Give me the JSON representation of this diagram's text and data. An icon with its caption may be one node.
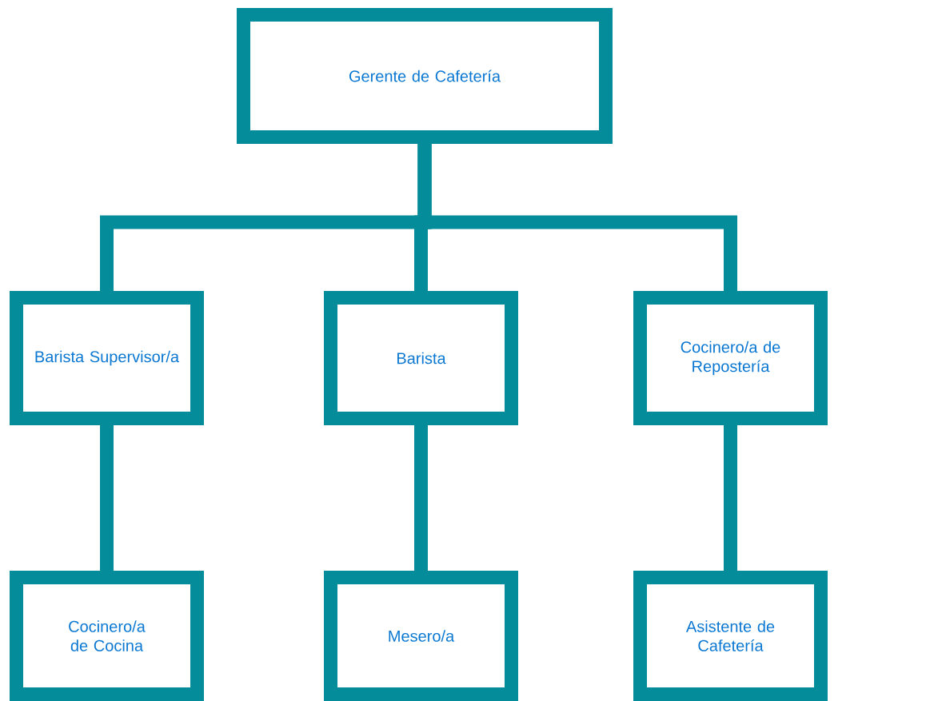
{
  "diagram": {
    "nodes": [
      {
        "text": [
          "Gerente de Cafetería"
        ]
      },
      {
        "text": [
          "Barista Supervisor/a"
        ]
      },
      {
        "text": [
          "Barista"
        ]
      },
      {
        "text": [
          "Cocinero/a de Repostería"
        ]
      },
      {
        "text": [
          "Cocinero/a de Cocina"
        ]
      },
      {
        "text": [
          "Mesero/a"
        ]
      },
      {
        "text": [
          "Asistente de Cafetería"
        ]
      }
    ],
    "edges": [
      {
        "from": 0,
        "to": 1,
        "arrow": "none"
      },
      {
        "from": 0,
        "to": 2,
        "arrow": "none"
      },
      {
        "from": 0,
        "to": 3,
        "arrow": "none"
      },
      {
        "from": 1,
        "to": 4,
        "arrow": "none"
      },
      {
        "from": 2,
        "to": 5,
        "arrow": "none"
      },
      {
        "from": 3,
        "to": 6,
        "arrow": "none"
      }
    ]
  }
}
